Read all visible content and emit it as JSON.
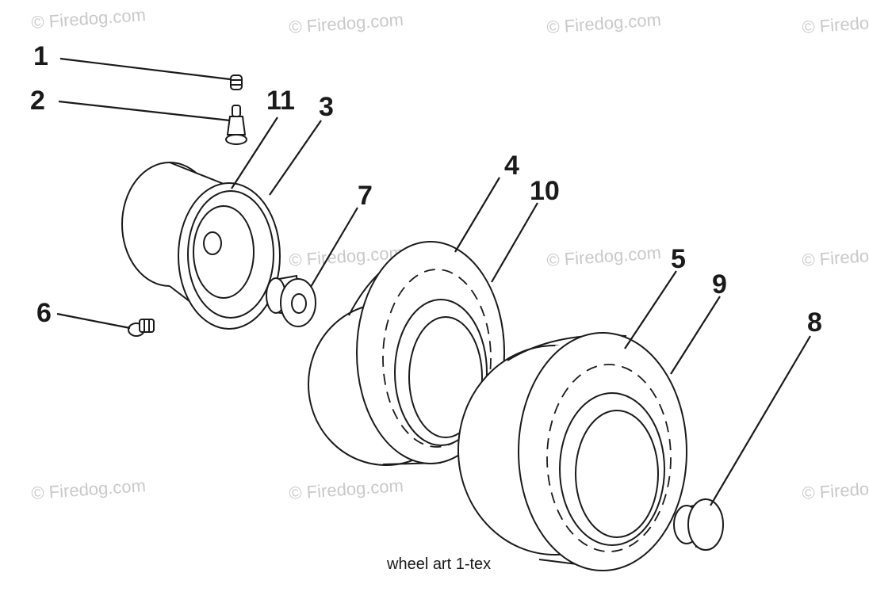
{
  "watermark": "© Firedog.com",
  "caption": "wheel art 1-tex",
  "callouts": {
    "c1": "1",
    "c2": "2",
    "c3": "3",
    "c4": "4",
    "c5": "5",
    "c6": "6",
    "c7": "7",
    "c8": "8",
    "c9": "9",
    "c10": "10",
    "c11": "11"
  }
}
